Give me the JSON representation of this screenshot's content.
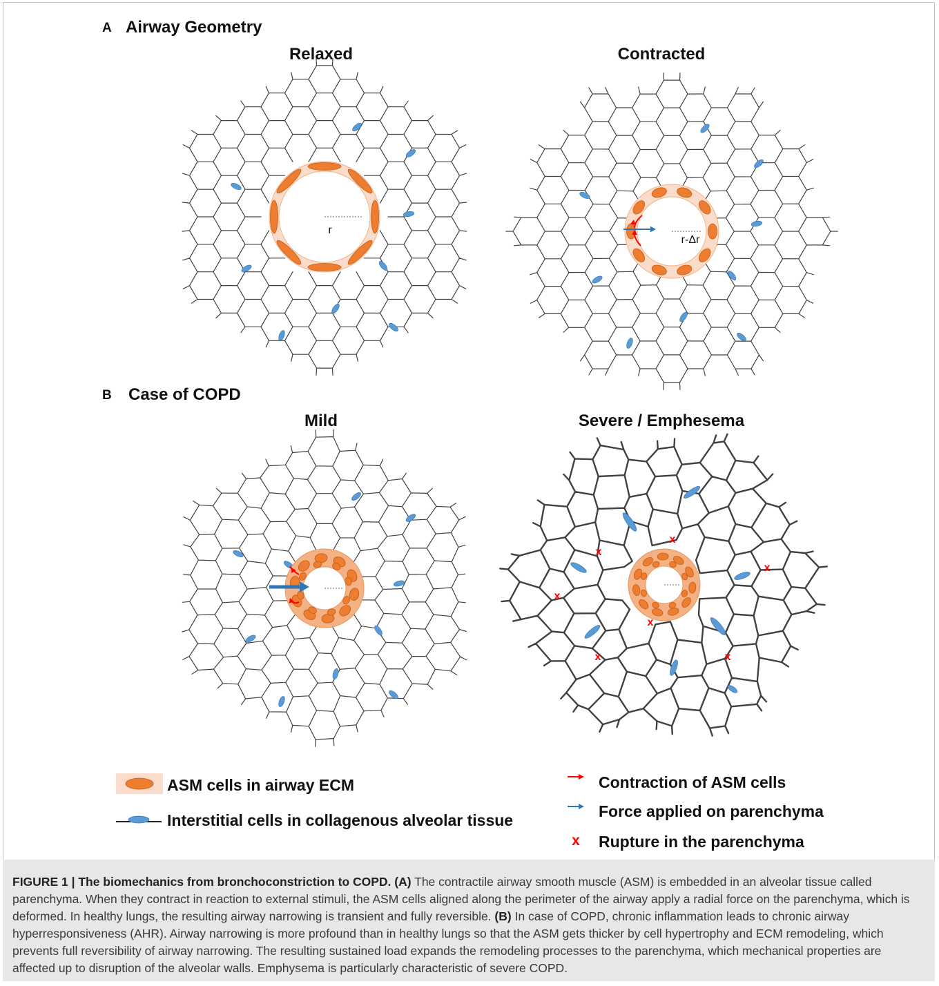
{
  "panel_a": {
    "letter": "A",
    "title": "Airway Geometry",
    "relaxed": {
      "title": "Relaxed",
      "radius_label": "r"
    },
    "contracted": {
      "title": "Contracted",
      "radius_label": "r-Δr"
    }
  },
  "panel_b": {
    "letter": "B",
    "title": "Case of COPD",
    "mild": {
      "title": "Mild"
    },
    "severe": {
      "title": "Severe / Emphesema",
      "rupture_mark": "x"
    }
  },
  "legend": {
    "asm": "ASM cells in airway ECM",
    "interstitial": "Interstitial cells in collagenous alveolar tissue",
    "contraction": "Contraction of ASM cells",
    "force": "Force applied on parenchyma",
    "rupture_symbol": "x",
    "rupture": "Rupture in the parenchyma"
  },
  "caption": {
    "figure_label": "FIGURE 1 | The biomechanics from bronchoconstriction to COPD.",
    "a_label": "(A)",
    "a_text": " The contractile airway smooth muscle (ASM) is embedded in an alveolar tissue called parenchyma. When they contract in reaction to external stimuli, the ASM cells aligned along the perimeter of the airway apply a radial force on the parenchyma, which is deformed. In healthy lungs, the resulting airway narrowing is transient and fully reversible. ",
    "b_label": "(B)",
    "b_text": " In case of COPD, chronic inflammation leads to chronic airway hyperresponsiveness (AHR). Airway narrowing is more profound than in healthy lungs so that the ASM gets thicker by cell hypertrophy and ECM remodeling, which prevents full reversibility of airway narrowing. The resulting sustained load expands the remodeling processes to the parenchyma, which mechanical properties are affected up to disruption of the alveolar walls. Emphysema is particularly characteristic of severe COPD."
  },
  "colors": {
    "ecm_light": "#fbdccb",
    "ecm_dark": "#f4b183",
    "asm_cell": "#ed7d31",
    "interstitial_cell": "#5b9bd5",
    "contraction_arrow": "#ff0000",
    "force_arrow": "#2e75b6",
    "rupture": "#ff0000",
    "mesh": "#404040"
  }
}
